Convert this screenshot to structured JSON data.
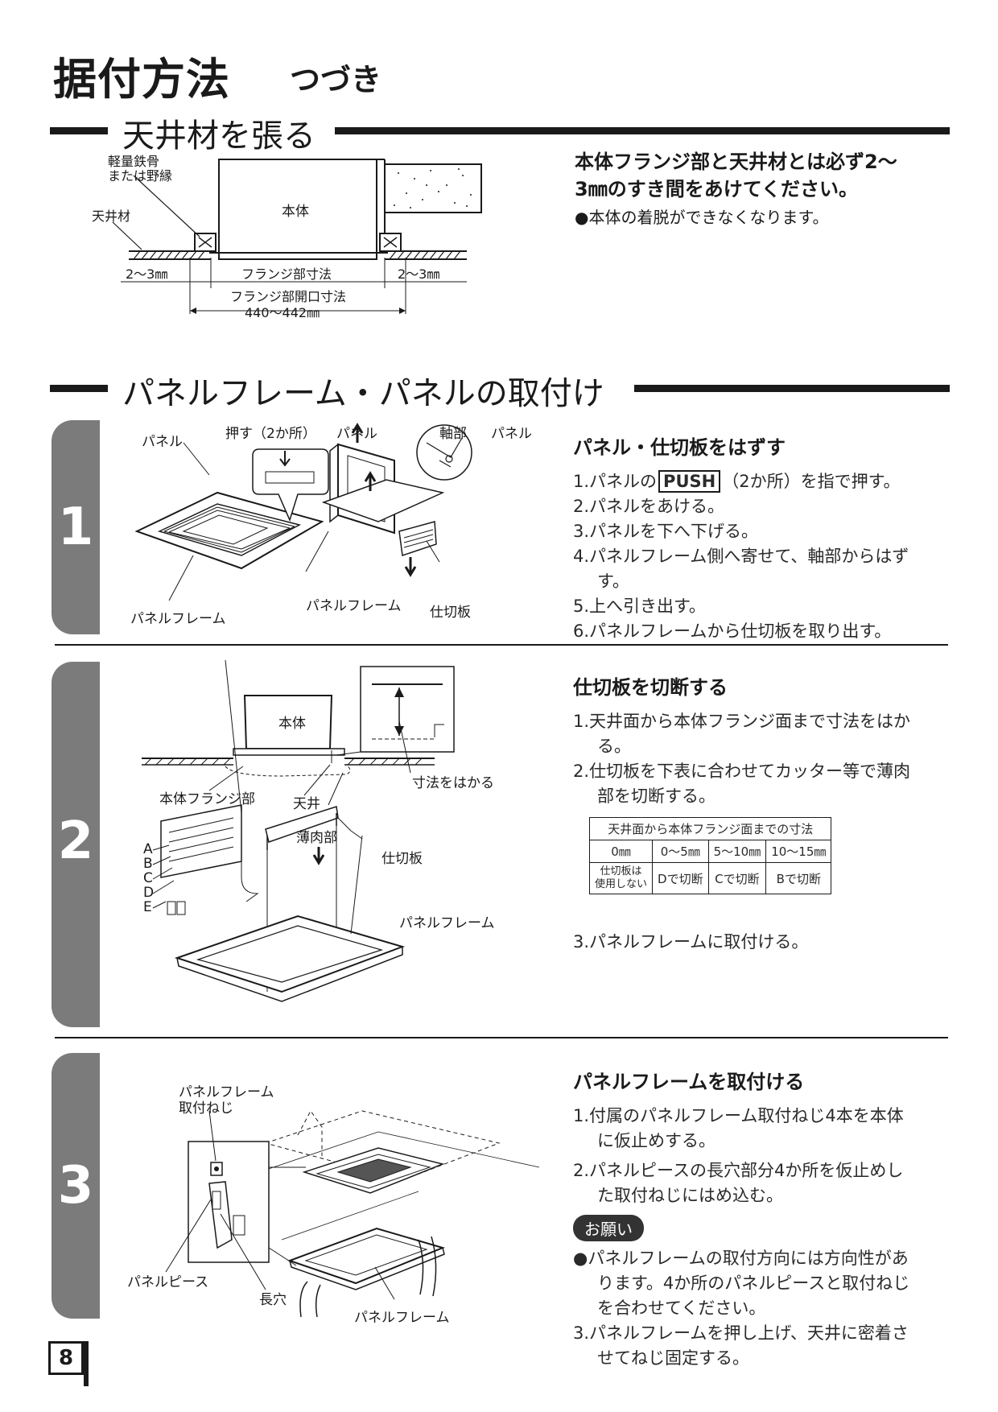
{
  "header": {
    "title": "据付方法",
    "subtitle": "つづき"
  },
  "section1": {
    "title": "天井材を張る",
    "diagram": {
      "label_frame": "軽量鉄骨",
      "label_frame2": "または野縁",
      "label_ceiling": "天井材",
      "label_body": "本体",
      "label_gap_left": "2～3㎜",
      "label_gap_right": "2～3㎜",
      "label_flange": "フランジ部寸法",
      "label_opening": "フランジ部開口寸法",
      "label_opening_value": "440～442㎜"
    },
    "note_line1": "本体フランジ部と天井材とは必ず2～",
    "note_line2": "3㎜のすき間をあけてください。",
    "note_bullet": "●本体の着脱ができなくなります。"
  },
  "section2": {
    "title": "パネルフレーム・パネルの取付け"
  },
  "step1": {
    "number": "1",
    "title": "パネル・仕切板をはずす",
    "diagram": {
      "panel": "パネル",
      "push": "押す（2か所）",
      "panel2": "パネル",
      "shaft": "軸部",
      "panel3": "パネル",
      "frame": "パネルフレーム",
      "frame2": "パネルフレーム",
      "divider": "仕切板"
    },
    "line1_pre": "1.パネルの",
    "line1_push": "PUSH",
    "line1_post": "（2か所）を指で押す。",
    "line2": "2.パネルをあける。",
    "line3": "3.パネルを下へ下げる。",
    "line4a": "4.パネルフレーム側へ寄せて、軸部からはず",
    "line4b": "す。",
    "line5": "5.上へ引き出す。",
    "line6": "6.パネルフレームから仕切板を取り出す。"
  },
  "step2": {
    "number": "2",
    "title": "仕切板を切断する",
    "diagram": {
      "body": "本体",
      "flange": "本体フランジ部",
      "ceiling": "天井",
      "measure": "寸法をはかる",
      "thin": "薄肉部",
      "divider": "仕切板",
      "frame": "パネルフレーム",
      "letters": [
        "A",
        "B",
        "C",
        "D",
        "E"
      ]
    },
    "line1a": "1.天井面から本体フランジ面まで寸法をはか",
    "line1b": "る。",
    "line2a": "2.仕切板を下表に合わせてカッター等で薄肉",
    "line2b": "部を切断する。",
    "table": {
      "header": "天井面から本体フランジ面までの寸法",
      "cols": [
        "0㎜",
        "0～5㎜",
        "5～10㎜",
        "10～15㎜"
      ],
      "row_a": "仕切板は",
      "row_b": "使用しない",
      "cells": [
        "Dで切断",
        "Cで切断",
        "Bで切断"
      ]
    },
    "line3": "3.パネルフレームに取付ける。"
  },
  "step3": {
    "number": "3",
    "title": "パネルフレームを取付ける",
    "diagram": {
      "screw1": "パネルフレーム",
      "screw2": "取付ねじ",
      "piece": "パネルピース",
      "slot": "長穴",
      "frame": "パネルフレーム"
    },
    "line1a": "1.付属のパネルフレーム取付ねじ4本を本体",
    "line1b": "に仮止めする。",
    "line2a": "2.パネルピースの長穴部分4か所を仮止めし",
    "line2b": "た取付ねじにはめ込む。",
    "note_badge": "お願い",
    "bullet_a": "●パネルフレームの取付方向には方向性があ",
    "bullet_b": "ります。4か所のパネルピースと取付ねじ",
    "bullet_c": "を合わせてください。",
    "line3a": "3.パネルフレームを押し上げ、天井に密着さ",
    "line3b": "せてねじ固定する。"
  },
  "footer": {
    "page": "8"
  }
}
